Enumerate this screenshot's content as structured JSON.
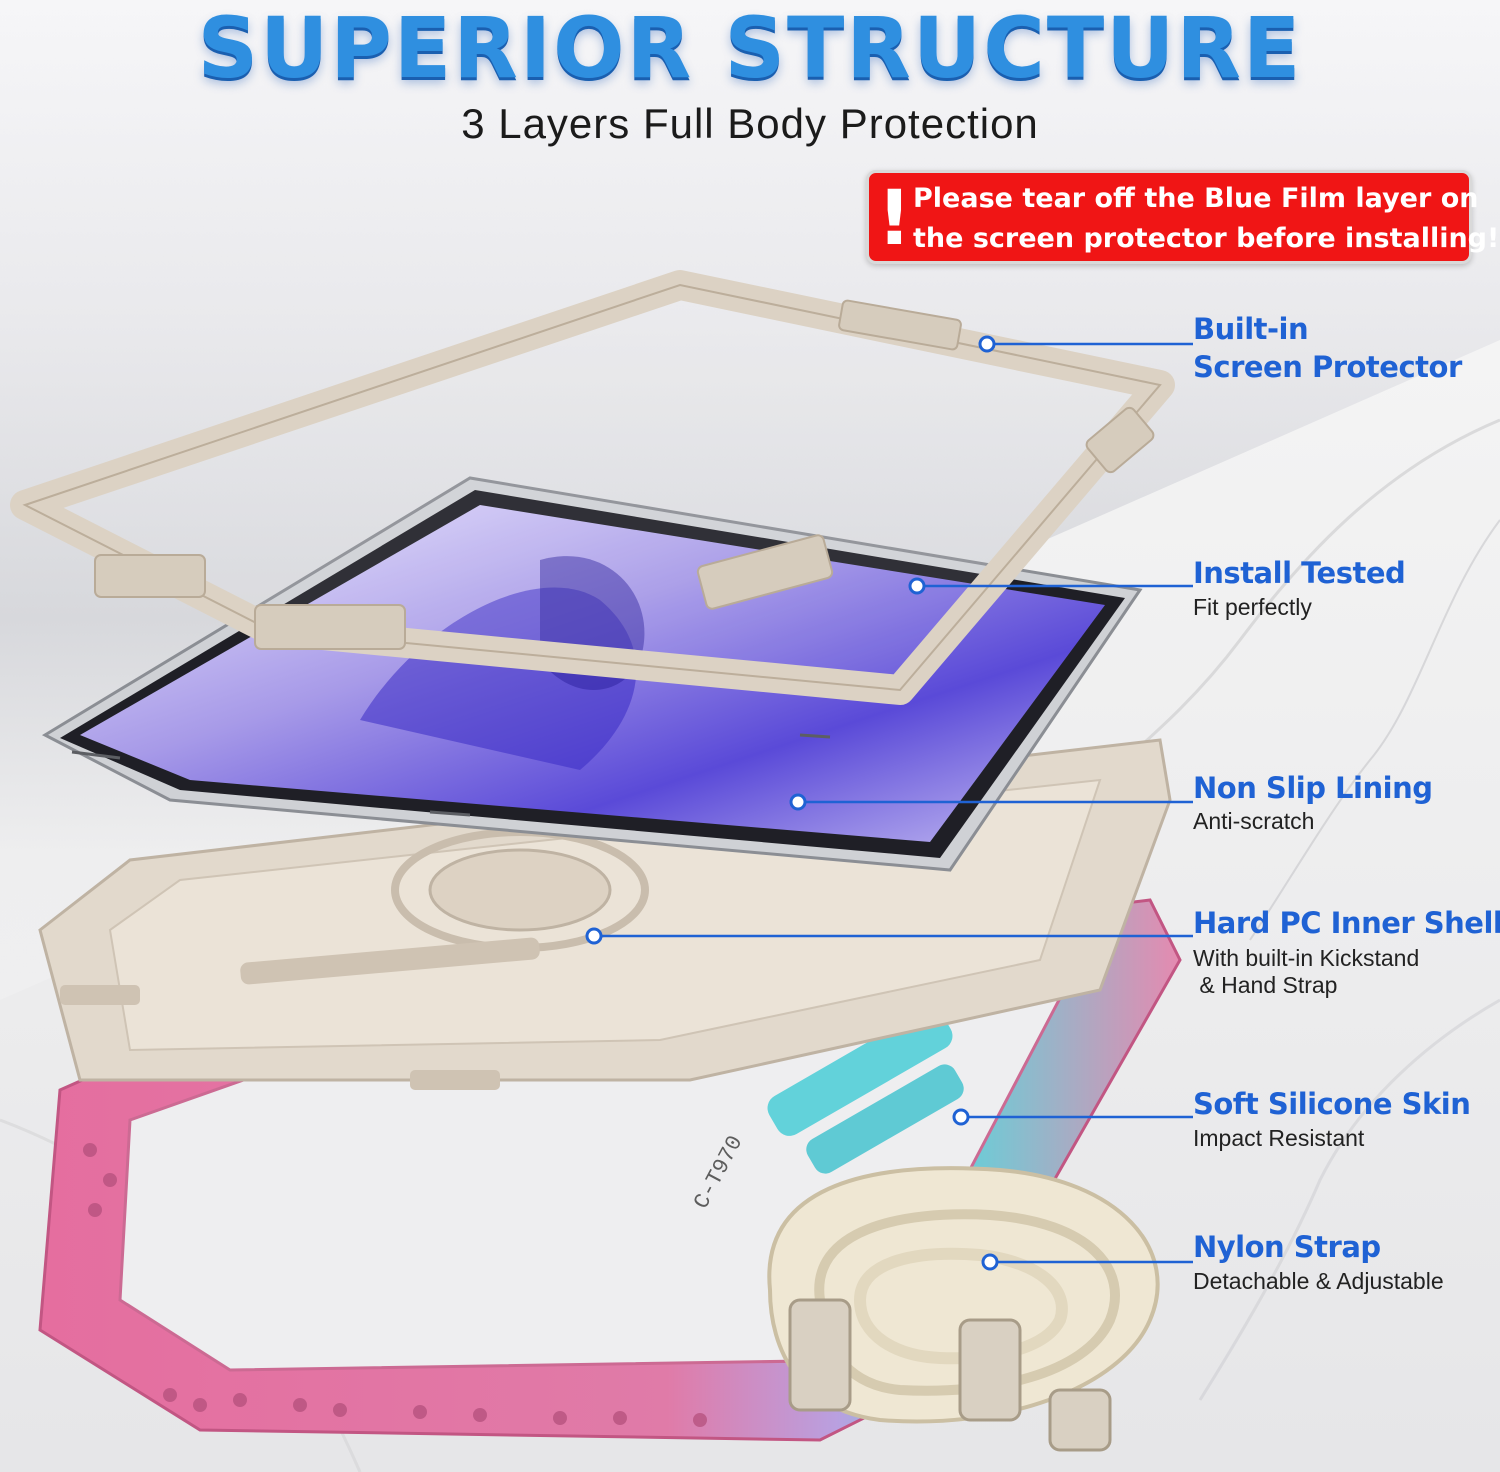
{
  "header": {
    "title": "SUPERIOR STRUCTURE",
    "subtitle": "3 Layers Full Body Protection"
  },
  "warning": {
    "icon": "exclamation-icon",
    "line1": "Please tear off the Blue Film layer on",
    "line2": "the screen protector before installing!"
  },
  "product": {
    "model_label": "C-T970"
  },
  "callouts": [
    {
      "title_line1": "Built-in",
      "title_line2": "Screen Protector"
    },
    {
      "title": "Install Tested",
      "sub": "Fit perfectly"
    },
    {
      "title": "Non Slip Lining",
      "sub": "Anti-scratch"
    },
    {
      "title": "Hard PC Inner Shell",
      "sub_line1": "With built-in Kickstand",
      "sub_line2": " & Hand Strap"
    },
    {
      "title": "Soft Silicone Skin",
      "sub": "Impact Resistant"
    },
    {
      "title": "Nylon Strap",
      "sub": "Detachable & Adjustable"
    }
  ],
  "colors": {
    "accent": "#1f62d4",
    "warning": "#f01515",
    "frame": "#d8cfc2",
    "skin": "#e77aa6",
    "teal": "#5fd0d8"
  }
}
